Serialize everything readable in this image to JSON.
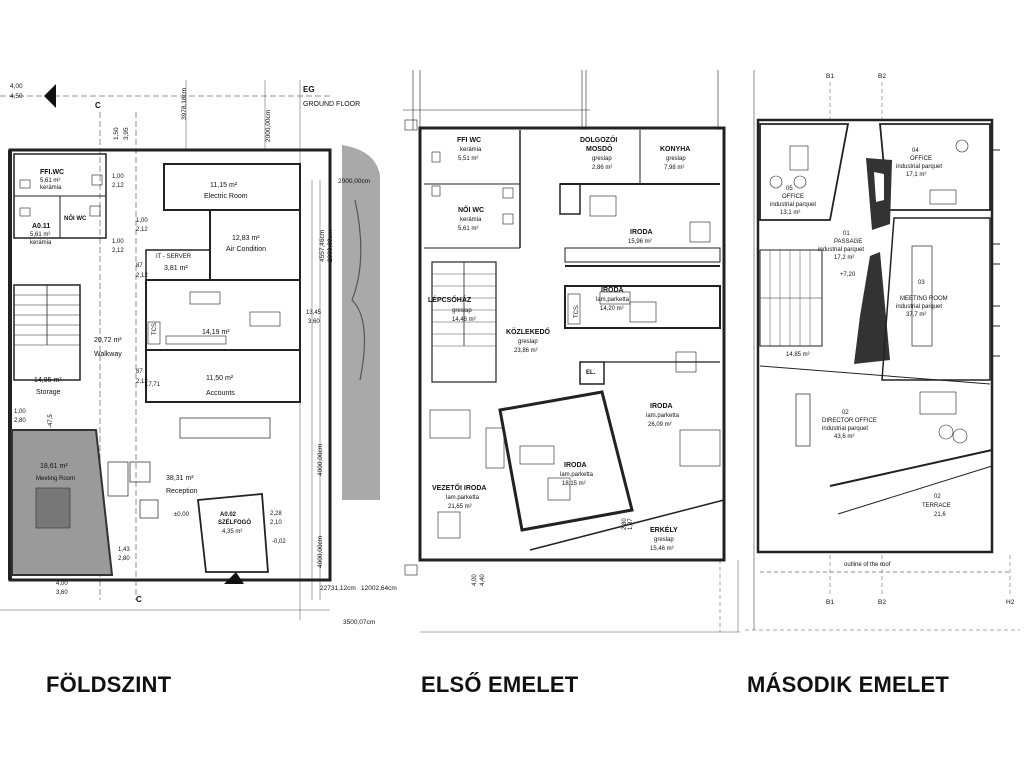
{
  "ground_floor": {
    "header": {
      "eg": "EG",
      "title": "GROUND FLOOR"
    },
    "marks": {
      "c_top": "C",
      "c_bottom": "C"
    },
    "dims": {
      "d1": "4,00",
      "d2": "4,50",
      "d3": "1,50",
      "d4": "3,95",
      "d5": "3978,18cm",
      "d6": "2000,00cm",
      "d7": "2000,00cm",
      "d8": "4557,46cm",
      "d9": "2000,00cm",
      "d10": "1,00",
      "d11": "2,12",
      "d12": "1,00",
      "d13": "2,12",
      "d14": "1,00",
      "d15": "2,12",
      "d16": "87",
      "d17": "2,12",
      "d18": "13,45",
      "d19": "3,60",
      "d20": "87",
      "d21": "2,12",
      "d22": "1,00",
      "d23": "2,80",
      "d24": "±0,00",
      "d25": "2,28",
      "d26": "2,10",
      "d27": "-0,02",
      "d28": "1,43",
      "d29": "2,80",
      "d30": "4,00",
      "d31": "3,60",
      "d32": "4000,00cm",
      "d33": "4000,00cm",
      "d34": "22731,12cm",
      "d35": "12002,64cm",
      "d36": "3500,07cm",
      "d37": "2,12",
      "d38": "-47,5",
      "d39": "17,71"
    },
    "rooms": {
      "ffi_wc": {
        "name": "FFI.WC",
        "area": "5,61 m²",
        "mat": "kerámia"
      },
      "noi_wc": {
        "code": "A0.11",
        "name": "NŐI WC",
        "area": "5,61 m²",
        "mat": "kerámia"
      },
      "electric": {
        "area": "11,15 m²",
        "name": "Electric Room"
      },
      "air": {
        "area": "12,83 m²",
        "name": "Air Condition"
      },
      "it": {
        "name": "IT - SERVER",
        "area": "3,81 m²"
      },
      "office": {
        "area": "14,19 m²",
        "tag": "TCS."
      },
      "walkway": {
        "area": "20,72 m²",
        "name": "Walkway"
      },
      "storage": {
        "area": "14,85 m²",
        "name": "Storage"
      },
      "accounts": {
        "area": "11,50 m²",
        "name": "Accounts"
      },
      "meeting": {
        "area": "18,61 m²",
        "name": "Meeting Room"
      },
      "reception": {
        "area": "38,31 m²",
        "name": "Reception"
      },
      "szelfogo": {
        "code": "A0.02",
        "name": "SZÉLFOGÓ",
        "area": "4,35 m²"
      }
    }
  },
  "first_floor": {
    "dims": {
      "d1": "4,00",
      "d2": "4,40",
      "d3": "1,87",
      "d4": "2,80"
    },
    "rooms": {
      "ffi_wc": {
        "name": "FFI WC",
        "mat": "kerámia",
        "area": "5,51 m²"
      },
      "noi_wc": {
        "name": "NŐI WC",
        "mat": "kerámia",
        "area": "5,61 m²"
      },
      "dolgozoi": {
        "name1": "DOLGOZÓI",
        "name2": "MOSDÓ",
        "mat": "greslap",
        "area": "2,86 m²"
      },
      "konyha": {
        "name": "KONYHA",
        "mat": "greslap",
        "area": "7,98 m²"
      },
      "iroda1": {
        "name": "IRODA",
        "area": "15,96 m²"
      },
      "lepcsohaz": {
        "name": "LÉPCSŐHÁZ",
        "mat": "greslap",
        "area": "14,46 m²"
      },
      "iroda2": {
        "name": "IRODA",
        "mat": "lam.parketta",
        "area": "14,20 m²",
        "tag": "TCS."
      },
      "kozlekedo": {
        "name": "KÖZLEKEDŐ",
        "mat": "greslap",
        "area": "23,86 m²"
      },
      "el": {
        "name": "EL."
      },
      "iroda3": {
        "name": "IRODA",
        "mat": "lam.parketta",
        "area": "26,09 m²"
      },
      "iroda4": {
        "name": "IRODA",
        "mat": "lam.parketta",
        "area": "18,15 m²"
      },
      "vezetoi": {
        "name": "VEZETŐI IRODA",
        "mat": "lam.parketta",
        "area": "21,65 m²"
      },
      "erkely": {
        "name": "ERKÉLY",
        "mat": "greslap",
        "area": "15,46 m²"
      }
    }
  },
  "second_floor": {
    "grid": {
      "b1_top": "B1",
      "b2_top": "B2",
      "b1_bot": "B1",
      "b2_bot": "B2",
      "h2": "H2"
    },
    "rooms": {
      "office05": {
        "code": "05",
        "name": "OFFICE",
        "mat": "industrial parquet",
        "area": "13,1 m²"
      },
      "office04": {
        "code": "04",
        "name": "OFFICE",
        "mat": "industrial parquet",
        "area": "17,1 m²"
      },
      "passage": {
        "code": "01",
        "name": "PASSAGE",
        "mat": "industrial parquet",
        "area": "17,2 m²",
        "level": "+7,20"
      },
      "meeting": {
        "code": "03",
        "name": "MEETING ROOM",
        "mat": "industrial parquet",
        "area": "37,7 m²"
      },
      "stair": {
        "area": "14,85 m²"
      },
      "director": {
        "code": "02",
        "name": "DIRECTOR OFFICE",
        "mat": "industrial parquet",
        "area": "43,6 m²"
      },
      "terrace": {
        "code": "02",
        "name": "TERRACE",
        "area": "21,6"
      },
      "roof_note": "outline of the roof"
    }
  },
  "captions": {
    "ground": "FÖLDSZINT",
    "first": "ELSŐ EMELET",
    "second": "MÁSODIK EMELET"
  }
}
